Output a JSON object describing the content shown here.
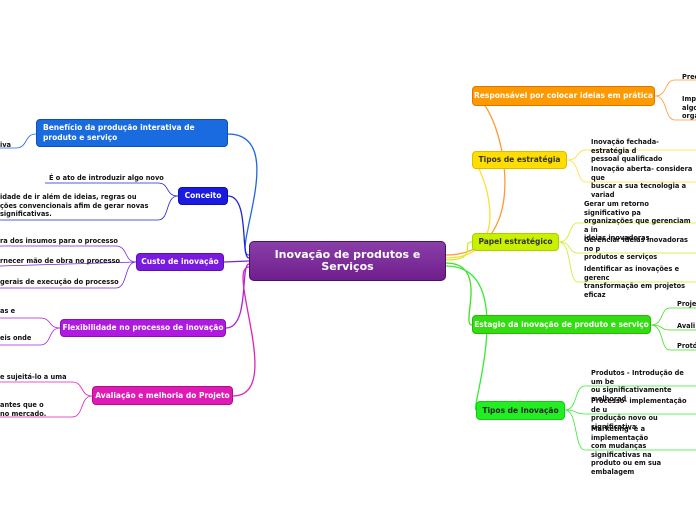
{
  "central": {
    "title": "Inovação de produtos e Serviços"
  },
  "right": {
    "responsavel": {
      "label": "Responsável por colocar ideias em prática",
      "color": "#ff9900",
      "leaves": [
        "Prec",
        "Imp\nalgo\norga"
      ]
    },
    "tipos_estrategia": {
      "label": "Tipos de estratégia",
      "color": "#ffdd00",
      "leaves": [
        "Inovação fechada- estratégia d\npessoal qualificado",
        "Inovação aberta- considera que\nbuscar a sua tecnologia a variad"
      ]
    },
    "papel": {
      "label": "Papel estratégico",
      "color": "#c8f000",
      "leaves": [
        "Gerar um retorno significativo pa\norganizações que gerenciam a in\nideias inovadoras",
        "Gerenciar ideias inovadoras no p\nprodutos e serviços",
        "Identificar as inovações e gerenc\ntransformação em projetos eficaz"
      ]
    },
    "estagio": {
      "label": "Estagio da inovação de produto e serviço",
      "color": "#33dd11",
      "leaves": [
        "Proje",
        "Avali",
        "Protó"
      ]
    },
    "tipos_inovacao": {
      "label": "Tipos de Inovação",
      "color": "#22ee22",
      "leaves": [
        "Produtos - Introdução de um be\nou significativamente melhorad",
        "Processo- implementação de u\nprodução novo ou significativa",
        "Marketing- é a implementação\ncom mudanças significativas na\nproduto ou em sua embalagem"
      ]
    }
  },
  "left": {
    "beneficio": {
      "label": "Benefício da produção interativa de produto e serviço",
      "color": "#1a6be0",
      "leaves": [
        "iva"
      ]
    },
    "conceito": {
      "label": "Conceito",
      "color": "#1a1ae0",
      "leaves": [
        "É o ato de introduzir algo novo",
        "idade de ir além de ideias, regras ou\nções convencionais afim de gerar novas\nsignificativas."
      ]
    },
    "custo": {
      "label": "Custo de inovação",
      "color": "#7a1ae0",
      "leaves": [
        "ra dos insumos para o processo",
        "rnecer mão de obra no processo",
        "gerais de execução do processo"
      ]
    },
    "flexibilidade": {
      "label": "Flexibilidade no processo de inovação",
      "color": "#b01ae0",
      "leaves": [
        "as e",
        "eis onde"
      ]
    },
    "avaliacao": {
      "label": "Avaliação e melhoria do Projeto",
      "color": "#e01ab4",
      "leaves": [
        "e sujeitá-lo a uma",
        "antes que o\n no mercado."
      ]
    }
  }
}
